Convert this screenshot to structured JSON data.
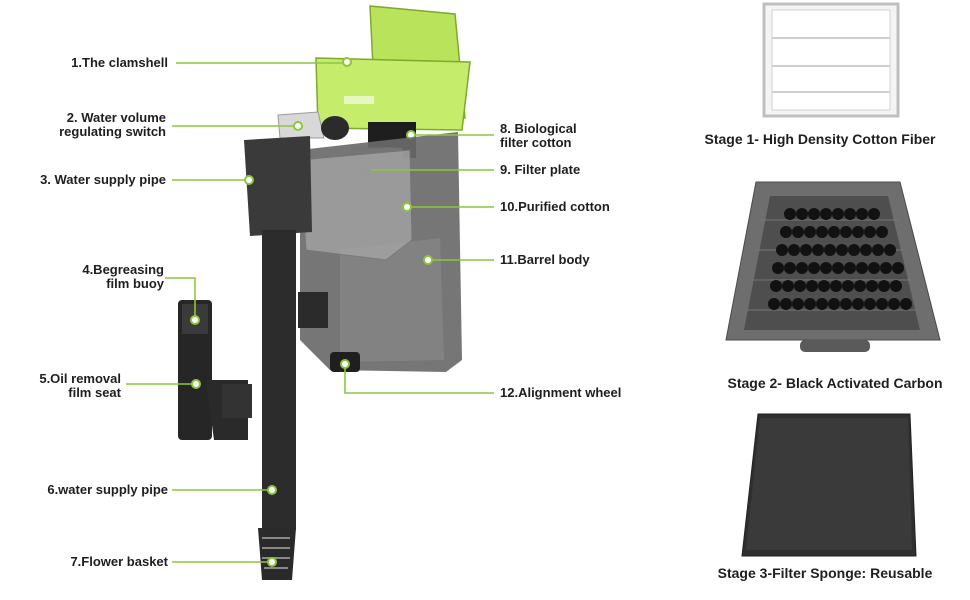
{
  "labels": {
    "clamshell": "1.The clamshell",
    "switch_line1": "2. Water volume",
    "switch_line2": "regulating switch",
    "supply_pipe_top": "3. Water supply pipe",
    "buoy_line1": "4.Begreasing",
    "buoy_line2": "film buoy",
    "oil_line1": "5.Oil removal",
    "oil_line2": "film seat",
    "supply_pipe_bottom": "6.water supply pipe",
    "flower_basket": "7.Flower basket",
    "bio_line1": "8. Biological",
    "bio_line2": "filter cotton",
    "filter_plate": "9. Filter plate",
    "purified_cotton": "10.Purified cotton",
    "barrel_body": "11.Barrel body",
    "alignment_wheel": "12.Alignment wheel"
  },
  "stages": [
    {
      "caption": "Stage 1- High Density Cotton Fiber"
    },
    {
      "caption": "Stage 2- Black Activated Carbon"
    },
    {
      "caption": "Stage 3-Filter Sponge: Reusable"
    }
  ],
  "colors": {
    "accent_green": "#b8e35a",
    "leader_line": "#8cc63f",
    "body_dark": "#3a3a3a",
    "body_translucent": "#6f6f6f"
  }
}
